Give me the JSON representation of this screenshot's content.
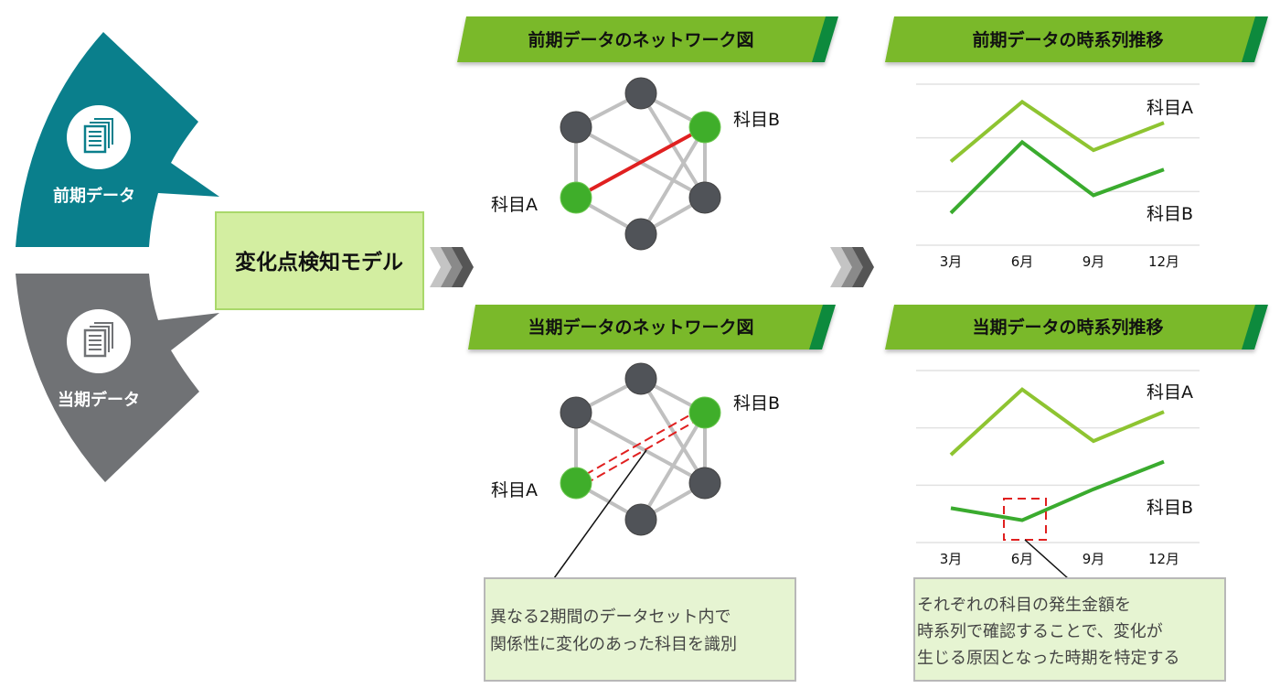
{
  "left": {
    "previous_label": "前期データ",
    "current_label": "当期データ",
    "model_label": "変化点検知モデル",
    "icon": "documents-icon"
  },
  "network": {
    "previous_title": "前期データのネットワーク図",
    "current_title": "当期データのネットワーク図",
    "node_a_label": "科目A",
    "node_b_label": "科目B"
  },
  "timeseries": {
    "previous_title": "前期データの時系列推移",
    "current_title": "当期データの時系列推移"
  },
  "callouts": {
    "network_lines": [
      "異なる2期間のデータセット内で",
      "関係性に変化のあった科目を識別"
    ],
    "timeseries_lines": [
      "それぞれの科目の発生金額を",
      "時系列で確認することで、変化が",
      "生じる原因となった時期を特定する"
    ]
  },
  "colors": {
    "teal": "#0a7f8c",
    "gray": "#707275",
    "banner_green": "#7ab929",
    "banner_dark": "#0d8a3c",
    "line_a": "#8ec431",
    "line_b": "#3aab2e",
    "highlight": "#e02020"
  },
  "chart_data": [
    {
      "type": "line",
      "title": "前期データの時系列推移",
      "categories": [
        "3月",
        "6月",
        "9月",
        "12月"
      ],
      "ylim": [
        0,
        100
      ],
      "grid": true,
      "series": [
        {
          "name": "科目A",
          "values": [
            52,
            89,
            59,
            76
          ]
        },
        {
          "name": "科目B",
          "values": [
            20,
            64,
            31,
            47
          ]
        }
      ]
    },
    {
      "type": "line",
      "title": "当期データの時系列推移",
      "categories": [
        "3月",
        "6月",
        "9月",
        "12月"
      ],
      "ylim": [
        0,
        100
      ],
      "grid": true,
      "highlight_category": "6月",
      "series": [
        {
          "name": "科目A",
          "values": [
            51,
            89,
            59,
            76
          ]
        },
        {
          "name": "科目B",
          "values": [
            20,
            13,
            31,
            47
          ]
        }
      ]
    }
  ]
}
